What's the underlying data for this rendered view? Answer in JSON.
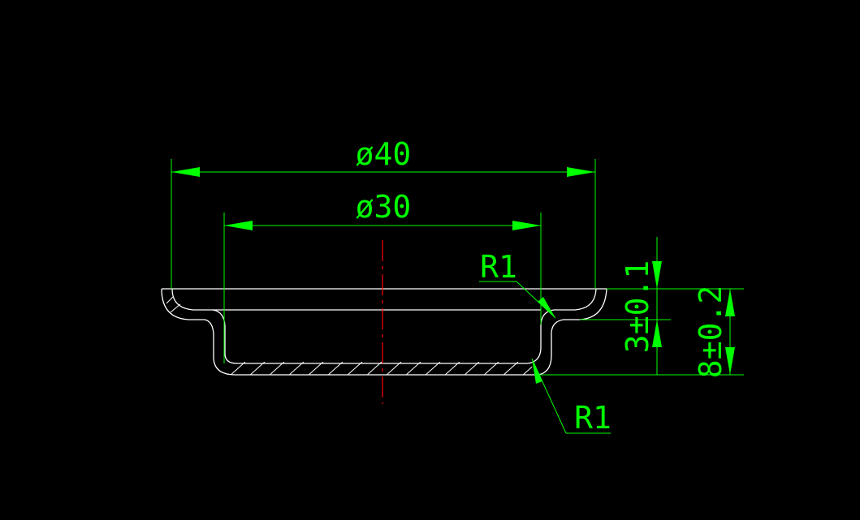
{
  "drawing": {
    "colors": {
      "background": "#000000",
      "part_outline": "#ffffff",
      "dimension": "#00ff00",
      "centerline": "#ff0000"
    },
    "dimensions": {
      "outer_diameter": "ø40",
      "inner_diameter": "ø30",
      "radius_top": "R1",
      "radius_bottom": "R1",
      "flange_height": "3±0.1",
      "total_height": "8±0.2"
    }
  }
}
